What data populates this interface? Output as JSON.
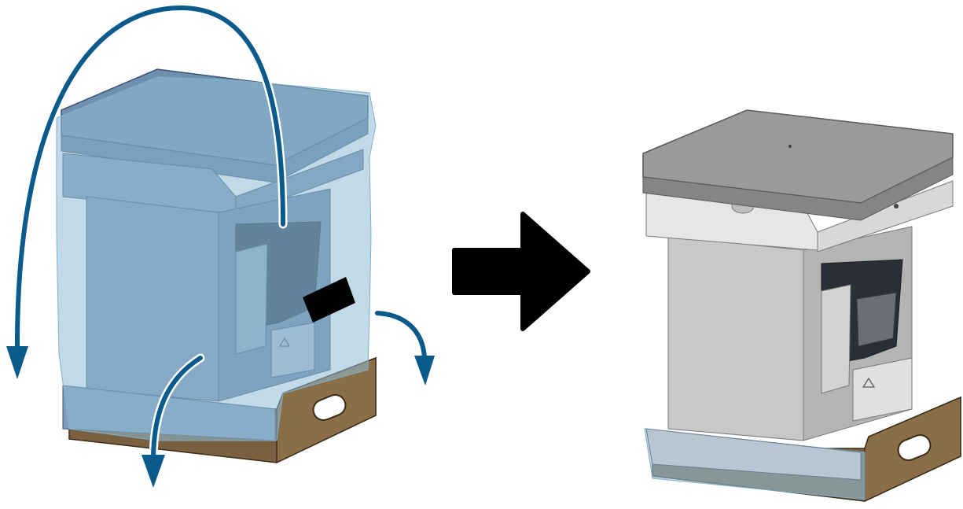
{
  "figure": {
    "panels": [
      {
        "id": "before",
        "state": "bag-covering-unit"
      },
      {
        "id": "after",
        "state": "bag-folded-down"
      }
    ],
    "arrows": [
      {
        "type": "unwrap-bag-over-top",
        "color": "#0b5a8c"
      },
      {
        "type": "fold-bag-down-front",
        "color": "#0b5a8c"
      },
      {
        "type": "fold-bag-down-right",
        "color": "#0b5a8c"
      },
      {
        "type": "transition",
        "color": "#000000"
      }
    ],
    "colors": {
      "bag": "#8fbcd4",
      "bag_tint_unit": "#6f8fb0",
      "unit_grey": "#c8c8c8",
      "unit_dark": "#2a2f36",
      "cardboard": "#7a6040",
      "arrow_blue": "#0b5a8c",
      "arrow_black": "#000000"
    },
    "icons": [
      "recycle-symbol-icon",
      "handle-cutout-icon",
      "tape-icon"
    ]
  }
}
